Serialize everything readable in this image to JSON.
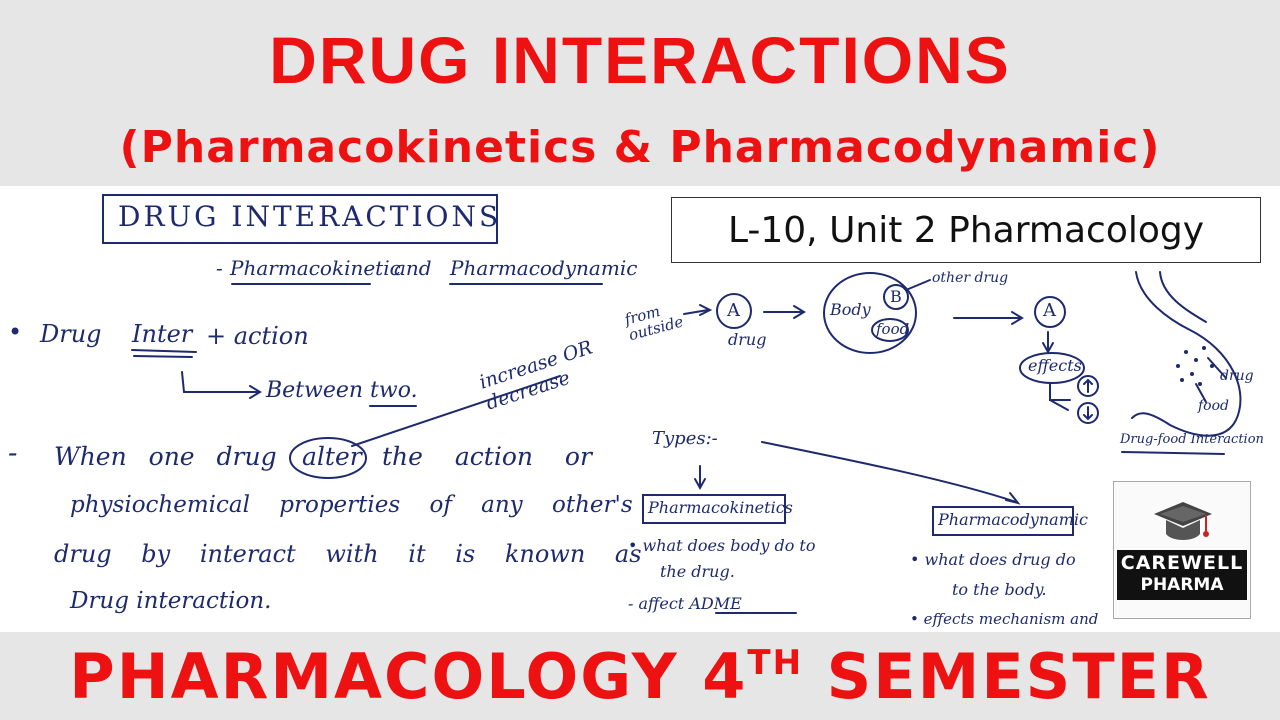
{
  "header": {
    "title": "DRUG INTERACTIONS",
    "subtitle": "(Pharmacokinetics & Pharmacodynamic)"
  },
  "lesson_label": "L-10, Unit 2 Pharmacology",
  "footer": {
    "text": "PHARMACOLOGY 4",
    "superscript": "TH",
    "text_end": " SEMESTER"
  },
  "logo": {
    "line1": "CAREWELL",
    "line2": "PHARMA"
  },
  "notes": {
    "heading": "DRUG INTERACTIONS",
    "subheading_prefix": "-",
    "subheading_pk": "Pharmacokinetic",
    "subheading_and": "and",
    "subheading_pd": "Pharmacodynamic",
    "bullet": "•",
    "word_drug": "Drug",
    "word_inter": "Inter",
    "word_plus_action": "+ action",
    "between": "Between two.",
    "annotation": "increase OR decrease",
    "dash": "-",
    "def_line1_a": "When one drug",
    "def_line1_alter": "alter",
    "def_line1_b": "the action or",
    "def_line2": "physiochemical properties of any other's",
    "def_line3": "drug by interact with it is known as",
    "def_line4": "Drug interaction.",
    "from_outside": "from outside",
    "circle_a": "A",
    "drug_label": "drug",
    "body_label": "Body",
    "circle_b": "B",
    "food_label": "food",
    "other_drug": "other drug",
    "circle_a2": "A",
    "effects": "effects",
    "types": "Types:-",
    "pk_box": "Pharmacokinetics",
    "pd_box": "Pharmacodynamic",
    "pk_point1": "• what does body do to",
    "pk_point1b": "the drug.",
    "pk_point2": "- affect ADME",
    "pd_point1": "• what does drug do",
    "pd_point1b": "to the body.",
    "pd_point2": "• effects mechanism and",
    "stomach_drug": "drug",
    "stomach_food": "food",
    "drug_food": "Drug-food Interaction"
  },
  "colors": {
    "title_red": "#ee1111",
    "band_gray": "#e6e6e6",
    "ink_blue": "#1d2a6e"
  }
}
